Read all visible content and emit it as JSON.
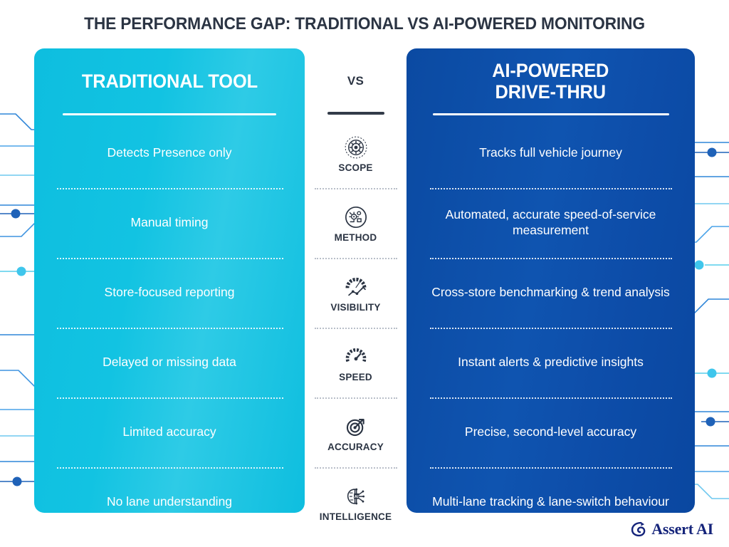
{
  "title": "THE PERFORMANCE GAP: TRADITIONAL VS AI-POWERED MONITORING",
  "colors": {
    "cyan": "#0EBEDF",
    "blue": "#0B4AA2",
    "title_text": "#2B3443",
    "logo_navy": "#14237A",
    "separator_dark": "#B9BFC9"
  },
  "headers": {
    "left": "TRADITIONAL TOOL",
    "center": "VS",
    "right": "AI-POWERED\nDRIVE-THRU",
    "right_line1": "AI-POWERED",
    "right_line2": "DRIVE-THRU"
  },
  "rows": [
    {
      "icon": "radar-scope-icon",
      "label": "SCOPE",
      "left": "Detects Presence only",
      "right": "Tracks full vehicle journey"
    },
    {
      "icon": "gears-process-icon",
      "label": "METHOD",
      "left": "Manual timing",
      "right": "Automated, accurate speed-of-service measurement"
    },
    {
      "icon": "gauge-trend-icon",
      "label": "VISIBILITY",
      "left": "Store-focused reporting",
      "right": "Cross-store benchmarking & trend analysis"
    },
    {
      "icon": "speedometer-icon",
      "label": "SPEED",
      "left": "Delayed or missing data",
      "right": "Instant alerts & predictive insights"
    },
    {
      "icon": "target-dart-icon",
      "label": "ACCURACY",
      "left": "Limited accuracy",
      "right": "Precise, second-level accuracy"
    },
    {
      "icon": "ai-brain-icon",
      "label": "INTELLIGENCE",
      "left": "No lane understanding",
      "right": "Multi-lane tracking & lane-switch behaviour"
    }
  ],
  "logo": {
    "text": "Assert AI",
    "mark": "assert-ai-swirl-icon"
  }
}
